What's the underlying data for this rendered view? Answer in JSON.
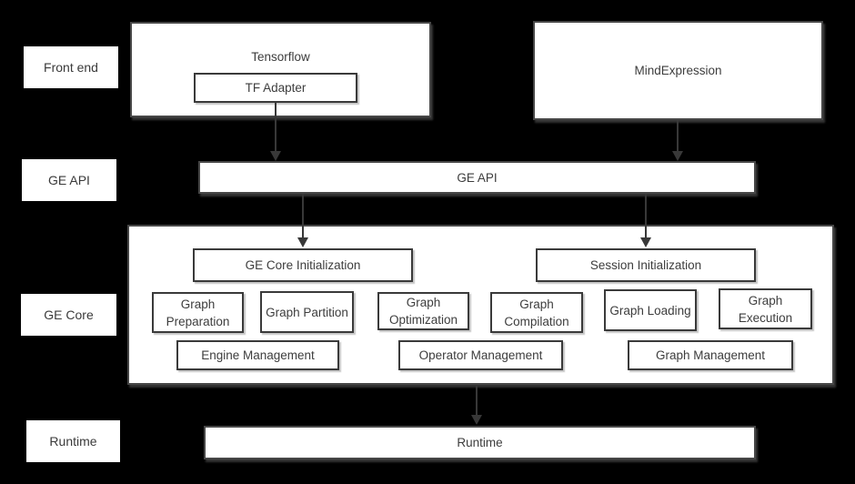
{
  "colors": {
    "background": "#000000",
    "box_fill": "#ffffff",
    "border": "#474747",
    "text": "#3d3d3d",
    "arrow": "#383838"
  },
  "side_labels": {
    "front_end": "Front end",
    "ge_api": "GE API",
    "ge_core": "GE Core",
    "runtime": "Runtime"
  },
  "nodes": {
    "tensorflow": "Tensorflow",
    "tf_adapter": "TF Adapter",
    "mindexpression": "MindExpression",
    "ge_api": "GE API",
    "ge_core_initialization": "GE Core Initialization",
    "session_initialization": "Session Initialization",
    "graph_preparation": "Graph Preparation",
    "graph_partition": "Graph Partition",
    "graph_optimization": "Graph Optimization",
    "graph_compilation": "Graph Compilation",
    "graph_loading": "Graph Loading",
    "graph_execution": "Graph Execution",
    "engine_management": "Engine Management",
    "operator_management": "Operator Management",
    "graph_management": "Graph Management",
    "runtime": "Runtime"
  }
}
